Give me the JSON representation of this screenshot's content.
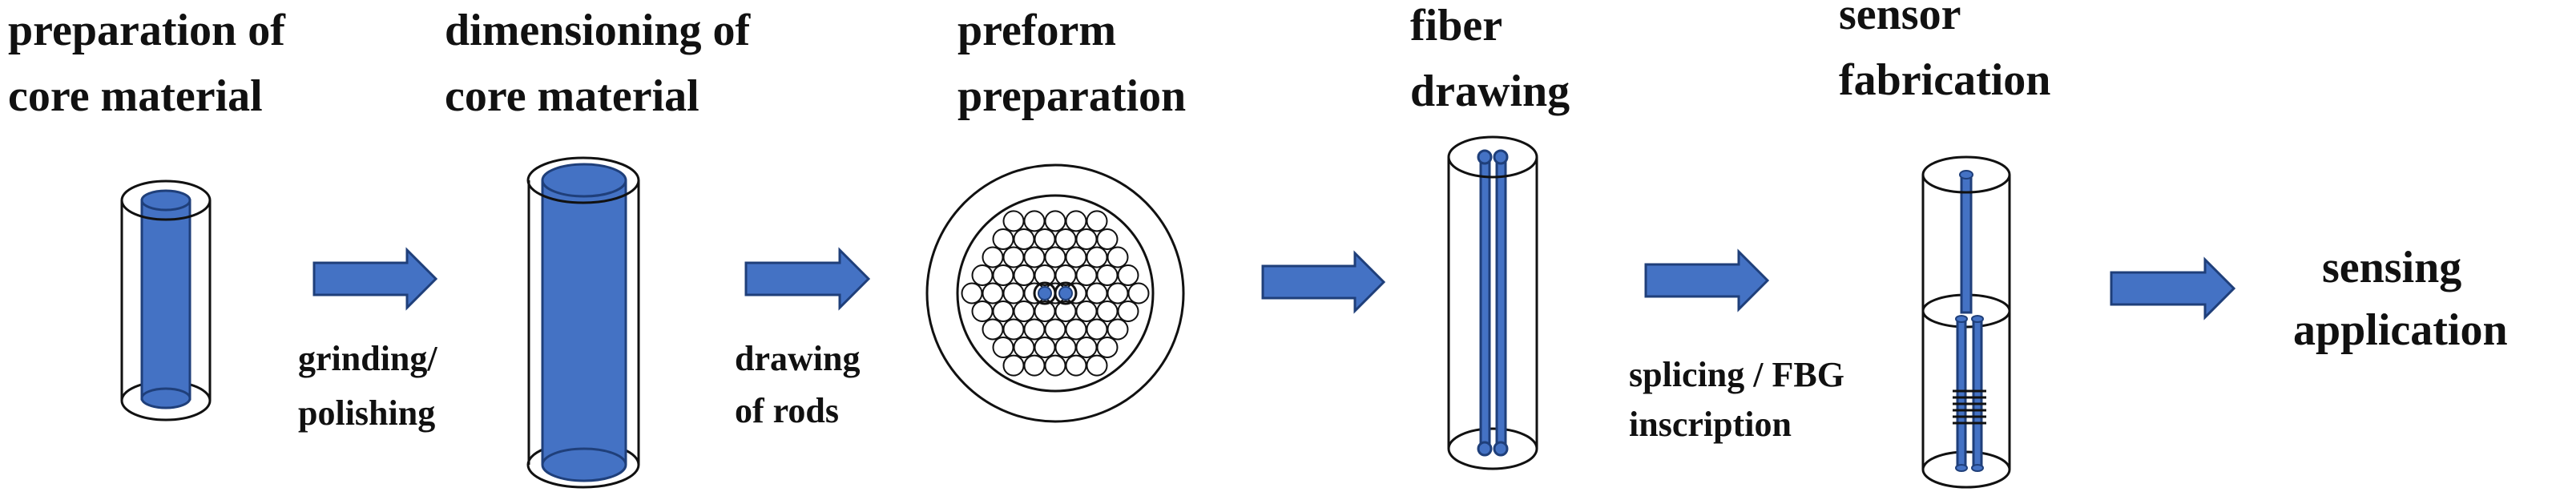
{
  "colors": {
    "core_fill": "#4472c4",
    "core_stroke": "#1f3f7a",
    "outline": "#111111"
  },
  "stages": [
    {
      "title_line1": "preparation of",
      "title_line2": "core material"
    },
    {
      "title_line1": "dimensioning of",
      "title_line2": "core material"
    },
    {
      "title_line1": "preform",
      "title_line2": "preparation"
    },
    {
      "title_line1": "fiber",
      "title_line2": "drawing"
    },
    {
      "title_line1": "sensor",
      "title_line2": "fabrication"
    }
  ],
  "arrows": [
    {
      "label_line1": "grinding/",
      "label_line2": "polishing"
    },
    {
      "label_line1": "drawing",
      "label_line2": "of rods"
    },
    {
      "label_line1": "",
      "label_line2": ""
    },
    {
      "label_line1": "splicing / FBG",
      "label_line2": "inscription"
    },
    {
      "label_line1": "",
      "label_line2": ""
    }
  ],
  "final": {
    "line1": "sensing",
    "line2": "application"
  }
}
